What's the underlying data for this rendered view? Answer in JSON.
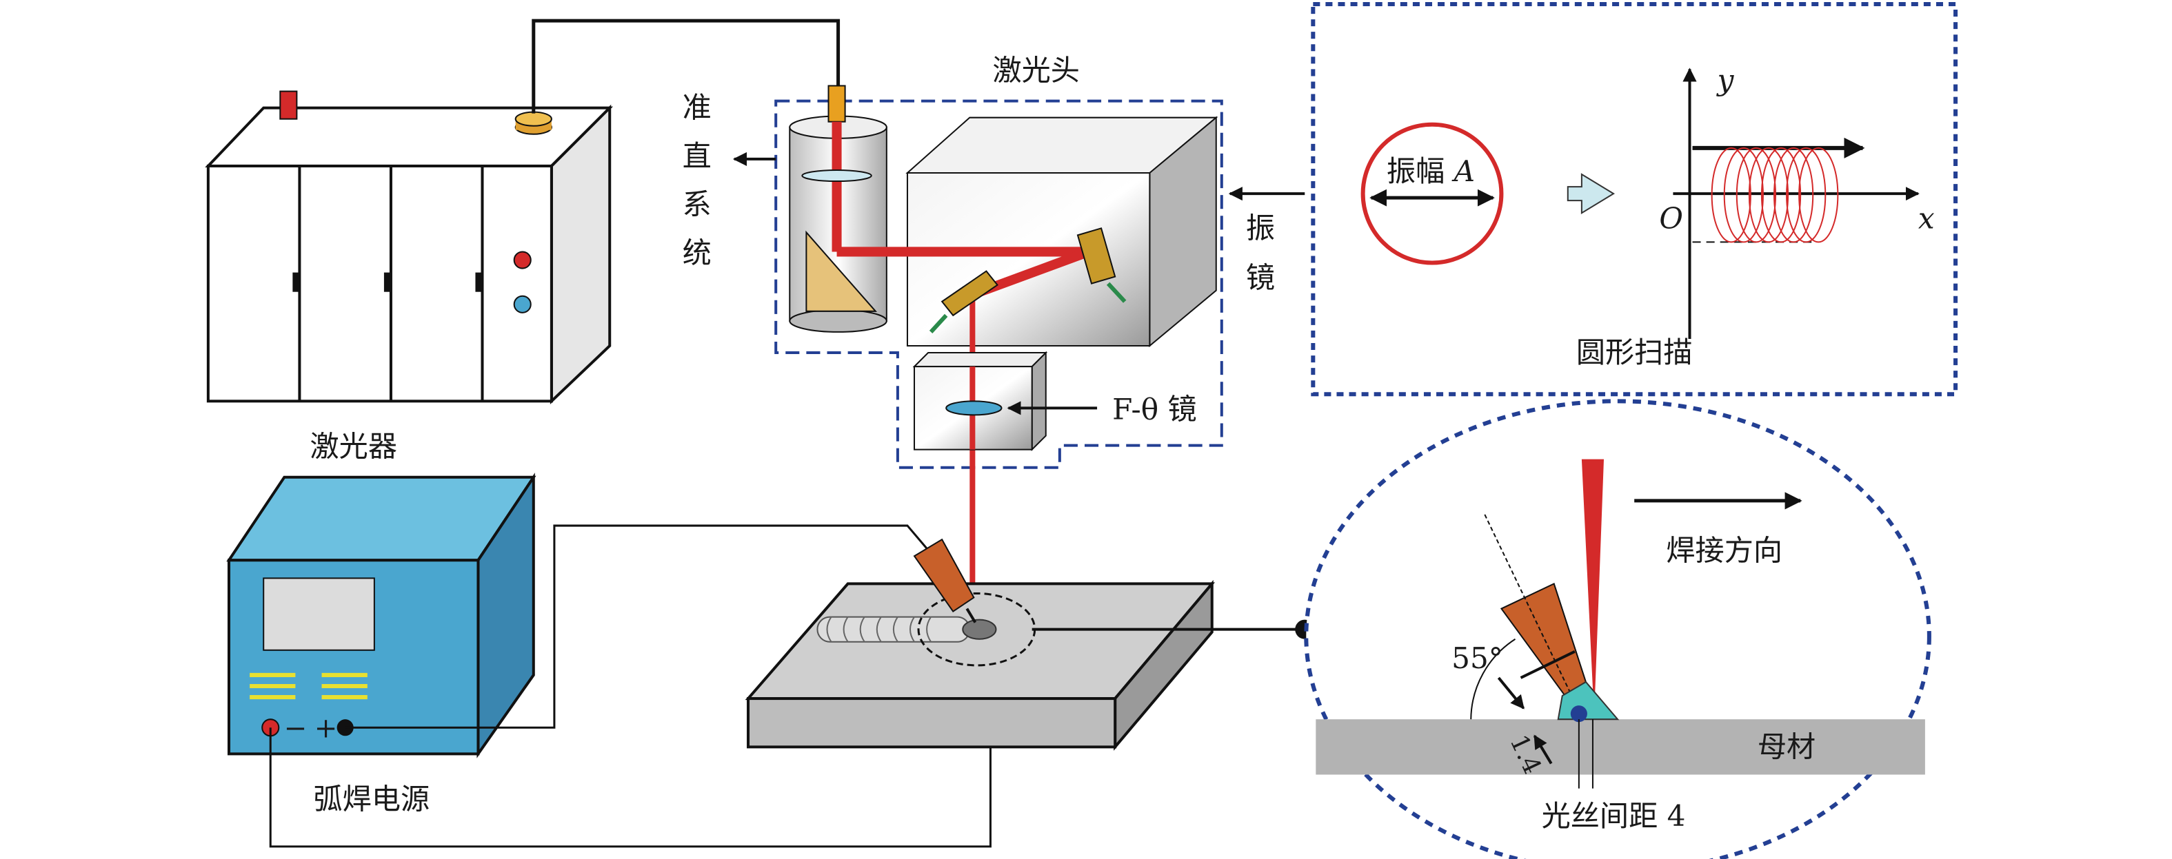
{
  "labels": {
    "laser": "激光器",
    "laser_head": "激光头",
    "collimation": [
      "准",
      "直",
      "系",
      "统"
    ],
    "galvo": [
      "振",
      "镜"
    ],
    "f_theta": "F-θ 镜",
    "arc_power": "弧焊电源",
    "minus": "−",
    "plus": "+",
    "amplitude": "振幅",
    "amplitude_var": "A",
    "axis_y": "y",
    "axis_x": "x",
    "origin": "O",
    "circular_scan": "圆形扫描",
    "weld_direction": "焊接方向",
    "angle": "55°",
    "wire_dist": "1.4",
    "base_metal": "母材",
    "laser_wire_gap": "光丝间距 4"
  },
  "colors": {
    "laser_beam": "#d42a2a",
    "dashed_frame": "#233f93",
    "torch": "#c8602a",
    "power_supply": "#4aa6cf",
    "base_metal": "#b3b3b3",
    "weld_pool": "#4cc3bd"
  }
}
